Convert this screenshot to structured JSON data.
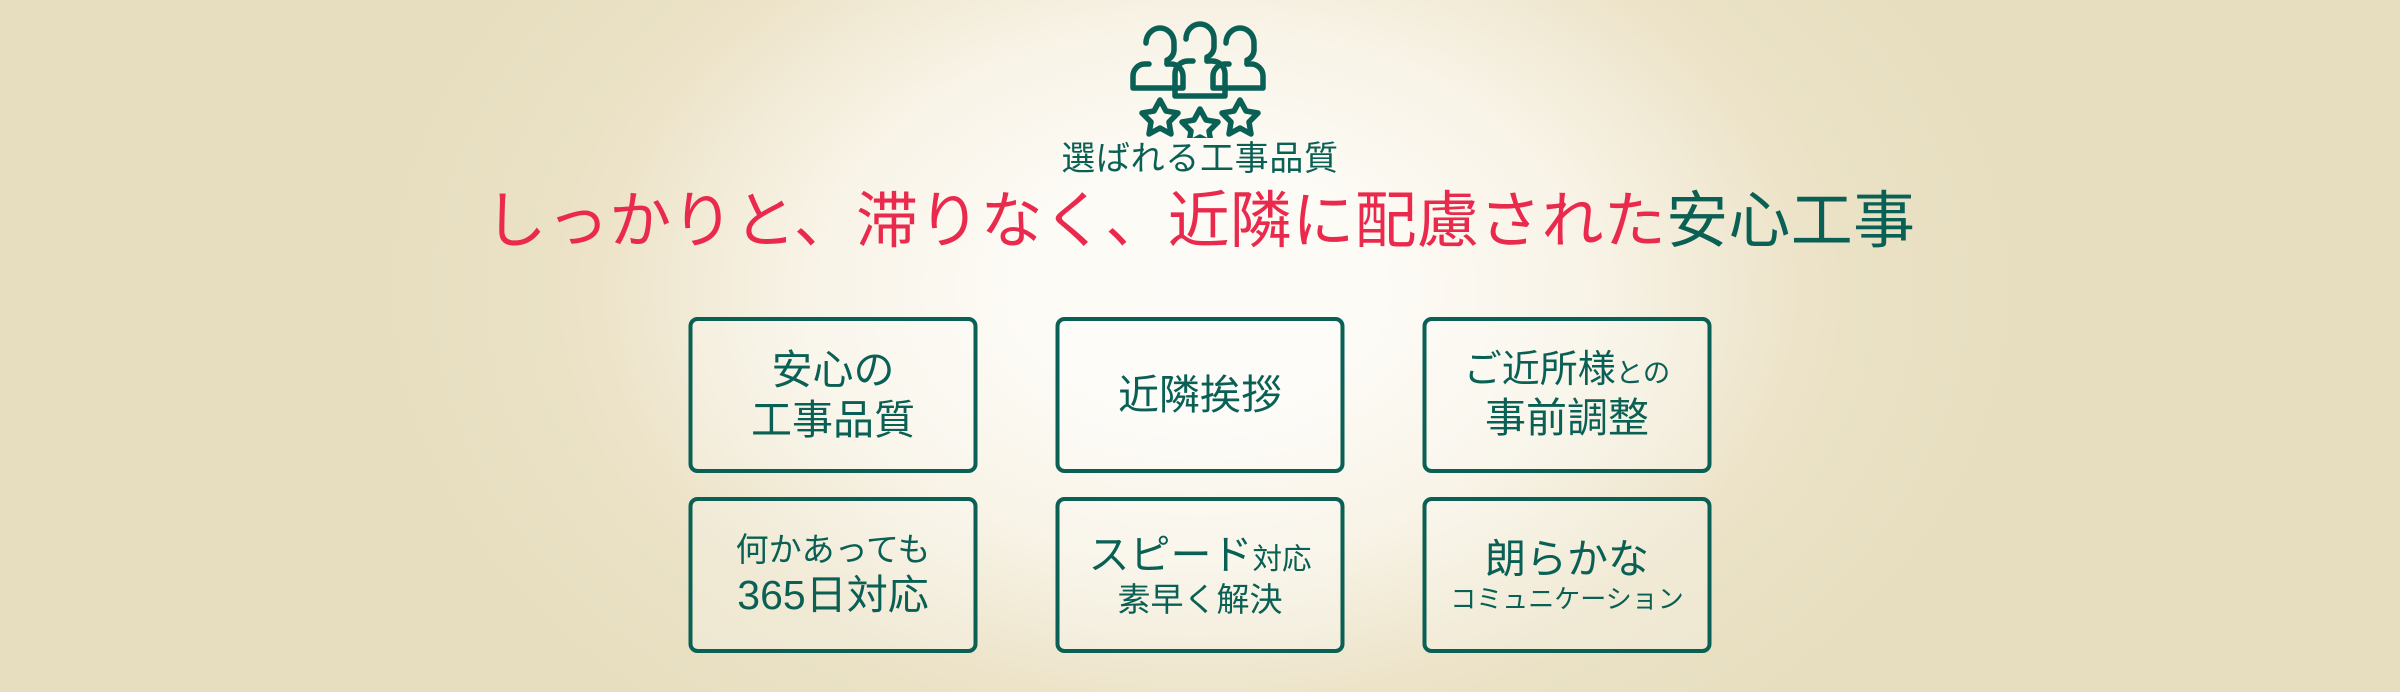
{
  "banner": {
    "icon_name": "three-people-three-stars-icon",
    "subtitle": "選ばれる工事品質",
    "headline": {
      "red_part": "しっかりと、滞りなく、近隣に配慮された",
      "teal_part": "安心工事"
    },
    "colors": {
      "teal": "#0a6054",
      "red": "#ea2a4d",
      "bg_edge": "#e7debf",
      "bg_center": "#fdfbf7"
    }
  },
  "cards": [
    {
      "id": "card-anshin-koji-hinshitsu",
      "line1": "安心の",
      "line1_size": "sz-lg",
      "line2": "工事品質",
      "line2_size": "sz-lg",
      "line1_small": "",
      "line2_small": ""
    },
    {
      "id": "card-kinrin-aisatsu",
      "line1": "近隣挨拶",
      "line1_size": "sz-lg",
      "line2": "",
      "line2_size": "sz-lg",
      "line1_small": "",
      "line2_small": ""
    },
    {
      "id": "card-gokinjosama-jizen-chosei",
      "line1": "ご近所様",
      "line1_size": "sz-md",
      "line1_small": "との",
      "line2": "事前調整",
      "line2_size": "sz-lg",
      "line2_small": ""
    },
    {
      "id": "card-365nichi-taio",
      "line1": "何かあっても",
      "line1_size": "sz-sm",
      "line2": "365日対応",
      "line2_size": "sz-lg",
      "line1_small": "",
      "line2_small": ""
    },
    {
      "id": "card-speed-taio",
      "line1": "スピード",
      "line1_size": "sz-lg",
      "line1_small": "対応",
      "line2": "素早く解決",
      "line2_size": "sz-sm",
      "line2_small": ""
    },
    {
      "id": "card-hogaraka-communication",
      "line1": "朗らかな",
      "line1_size": "sz-lg",
      "line2": "コミュニケーション",
      "line2_size": "sz-xs",
      "line1_small": "",
      "line2_small": ""
    }
  ]
}
